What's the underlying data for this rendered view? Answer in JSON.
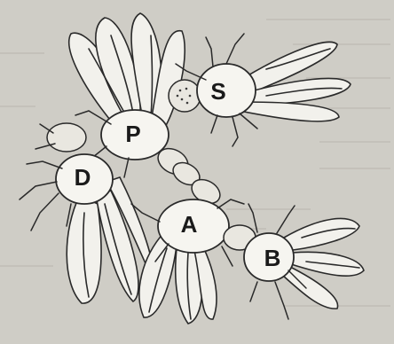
{
  "flies": [
    {
      "key": "S",
      "label": "S"
    },
    {
      "key": "P",
      "label": "P"
    },
    {
      "key": "D",
      "label": "D"
    },
    {
      "key": "A",
      "label": "A"
    },
    {
      "key": "B",
      "label": "B"
    }
  ]
}
